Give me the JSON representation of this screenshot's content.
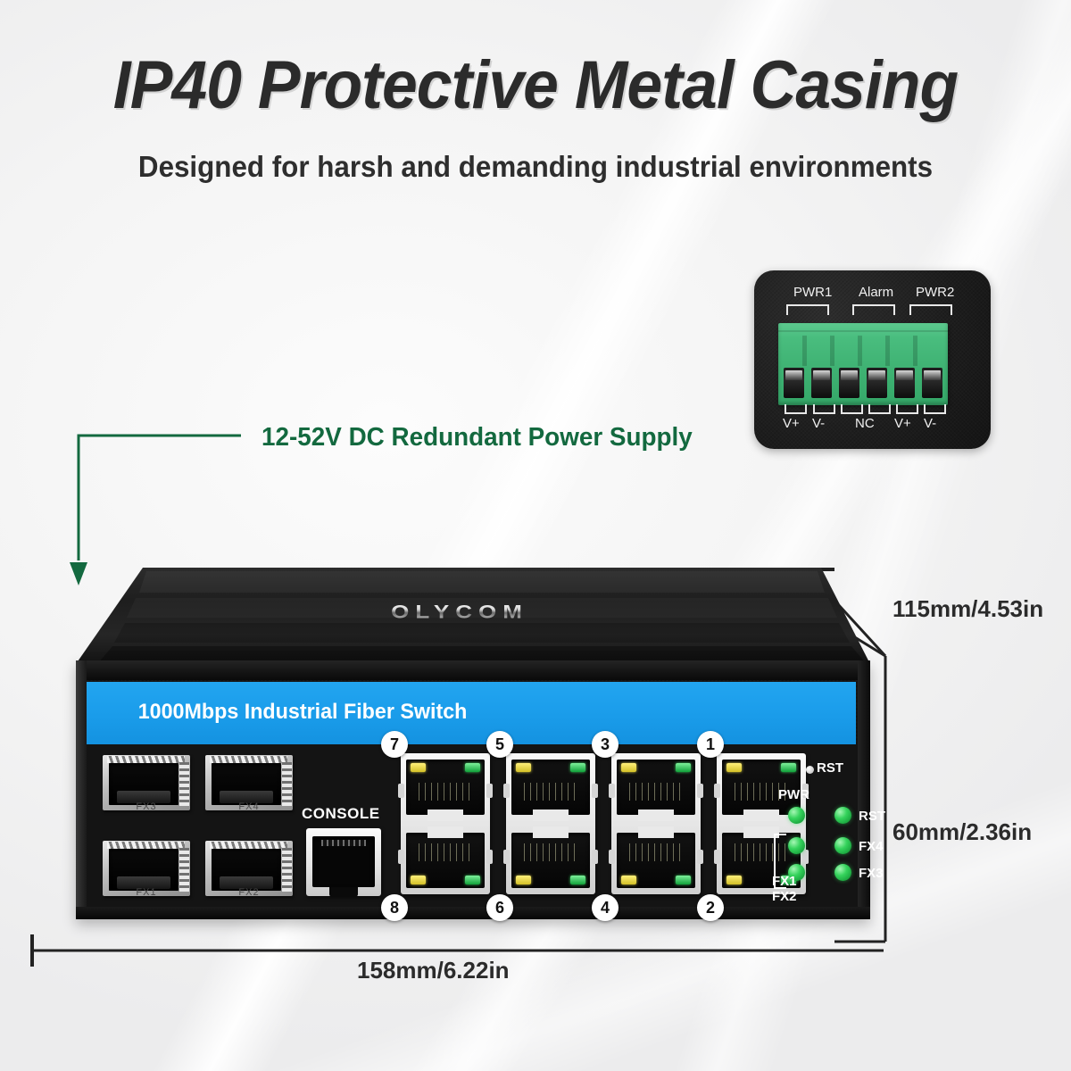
{
  "headline": "IP40 Protective Metal Casing",
  "subhead": "Designed for harsh and demanding industrial environments",
  "callout": {
    "text": "12-52V DC Redundant Power Supply",
    "color": "#13693f"
  },
  "terminal_block": {
    "top_labels": [
      "PWR1",
      "Alarm",
      "PWR2"
    ],
    "bottom_labels": [
      "V+",
      "V-",
      "NC",
      "V+",
      "V-"
    ],
    "pin_count": 6,
    "connector_color": "#3fb273",
    "housing_color": "#1d1d1d"
  },
  "device": {
    "brand": "OLYCOM",
    "banner_text": "1000Mbps Industrial Fiber Switch",
    "banner_color": "#1a9cea",
    "console_label": "CONSOLE",
    "sfp_ports": [
      {
        "name": "FX3"
      },
      {
        "name": "FX4"
      },
      {
        "name": "FX1"
      },
      {
        "name": "FX2"
      }
    ],
    "rj45_top_numbers": [
      "7",
      "5",
      "3",
      "1"
    ],
    "rj45_bottom_numbers": [
      "8",
      "6",
      "4",
      "2"
    ],
    "reset_label": "RST",
    "led_legend": {
      "pwr_label": "PWR",
      "right_labels": [
        "RST",
        "FX4",
        "FX3"
      ],
      "fx_labels": [
        "FX1",
        "FX2"
      ],
      "led_color": "#35d35c"
    }
  },
  "dimensions": {
    "depth": "115mm/4.53in",
    "height": "60mm/2.36in",
    "width": "158mm/6.22in"
  }
}
